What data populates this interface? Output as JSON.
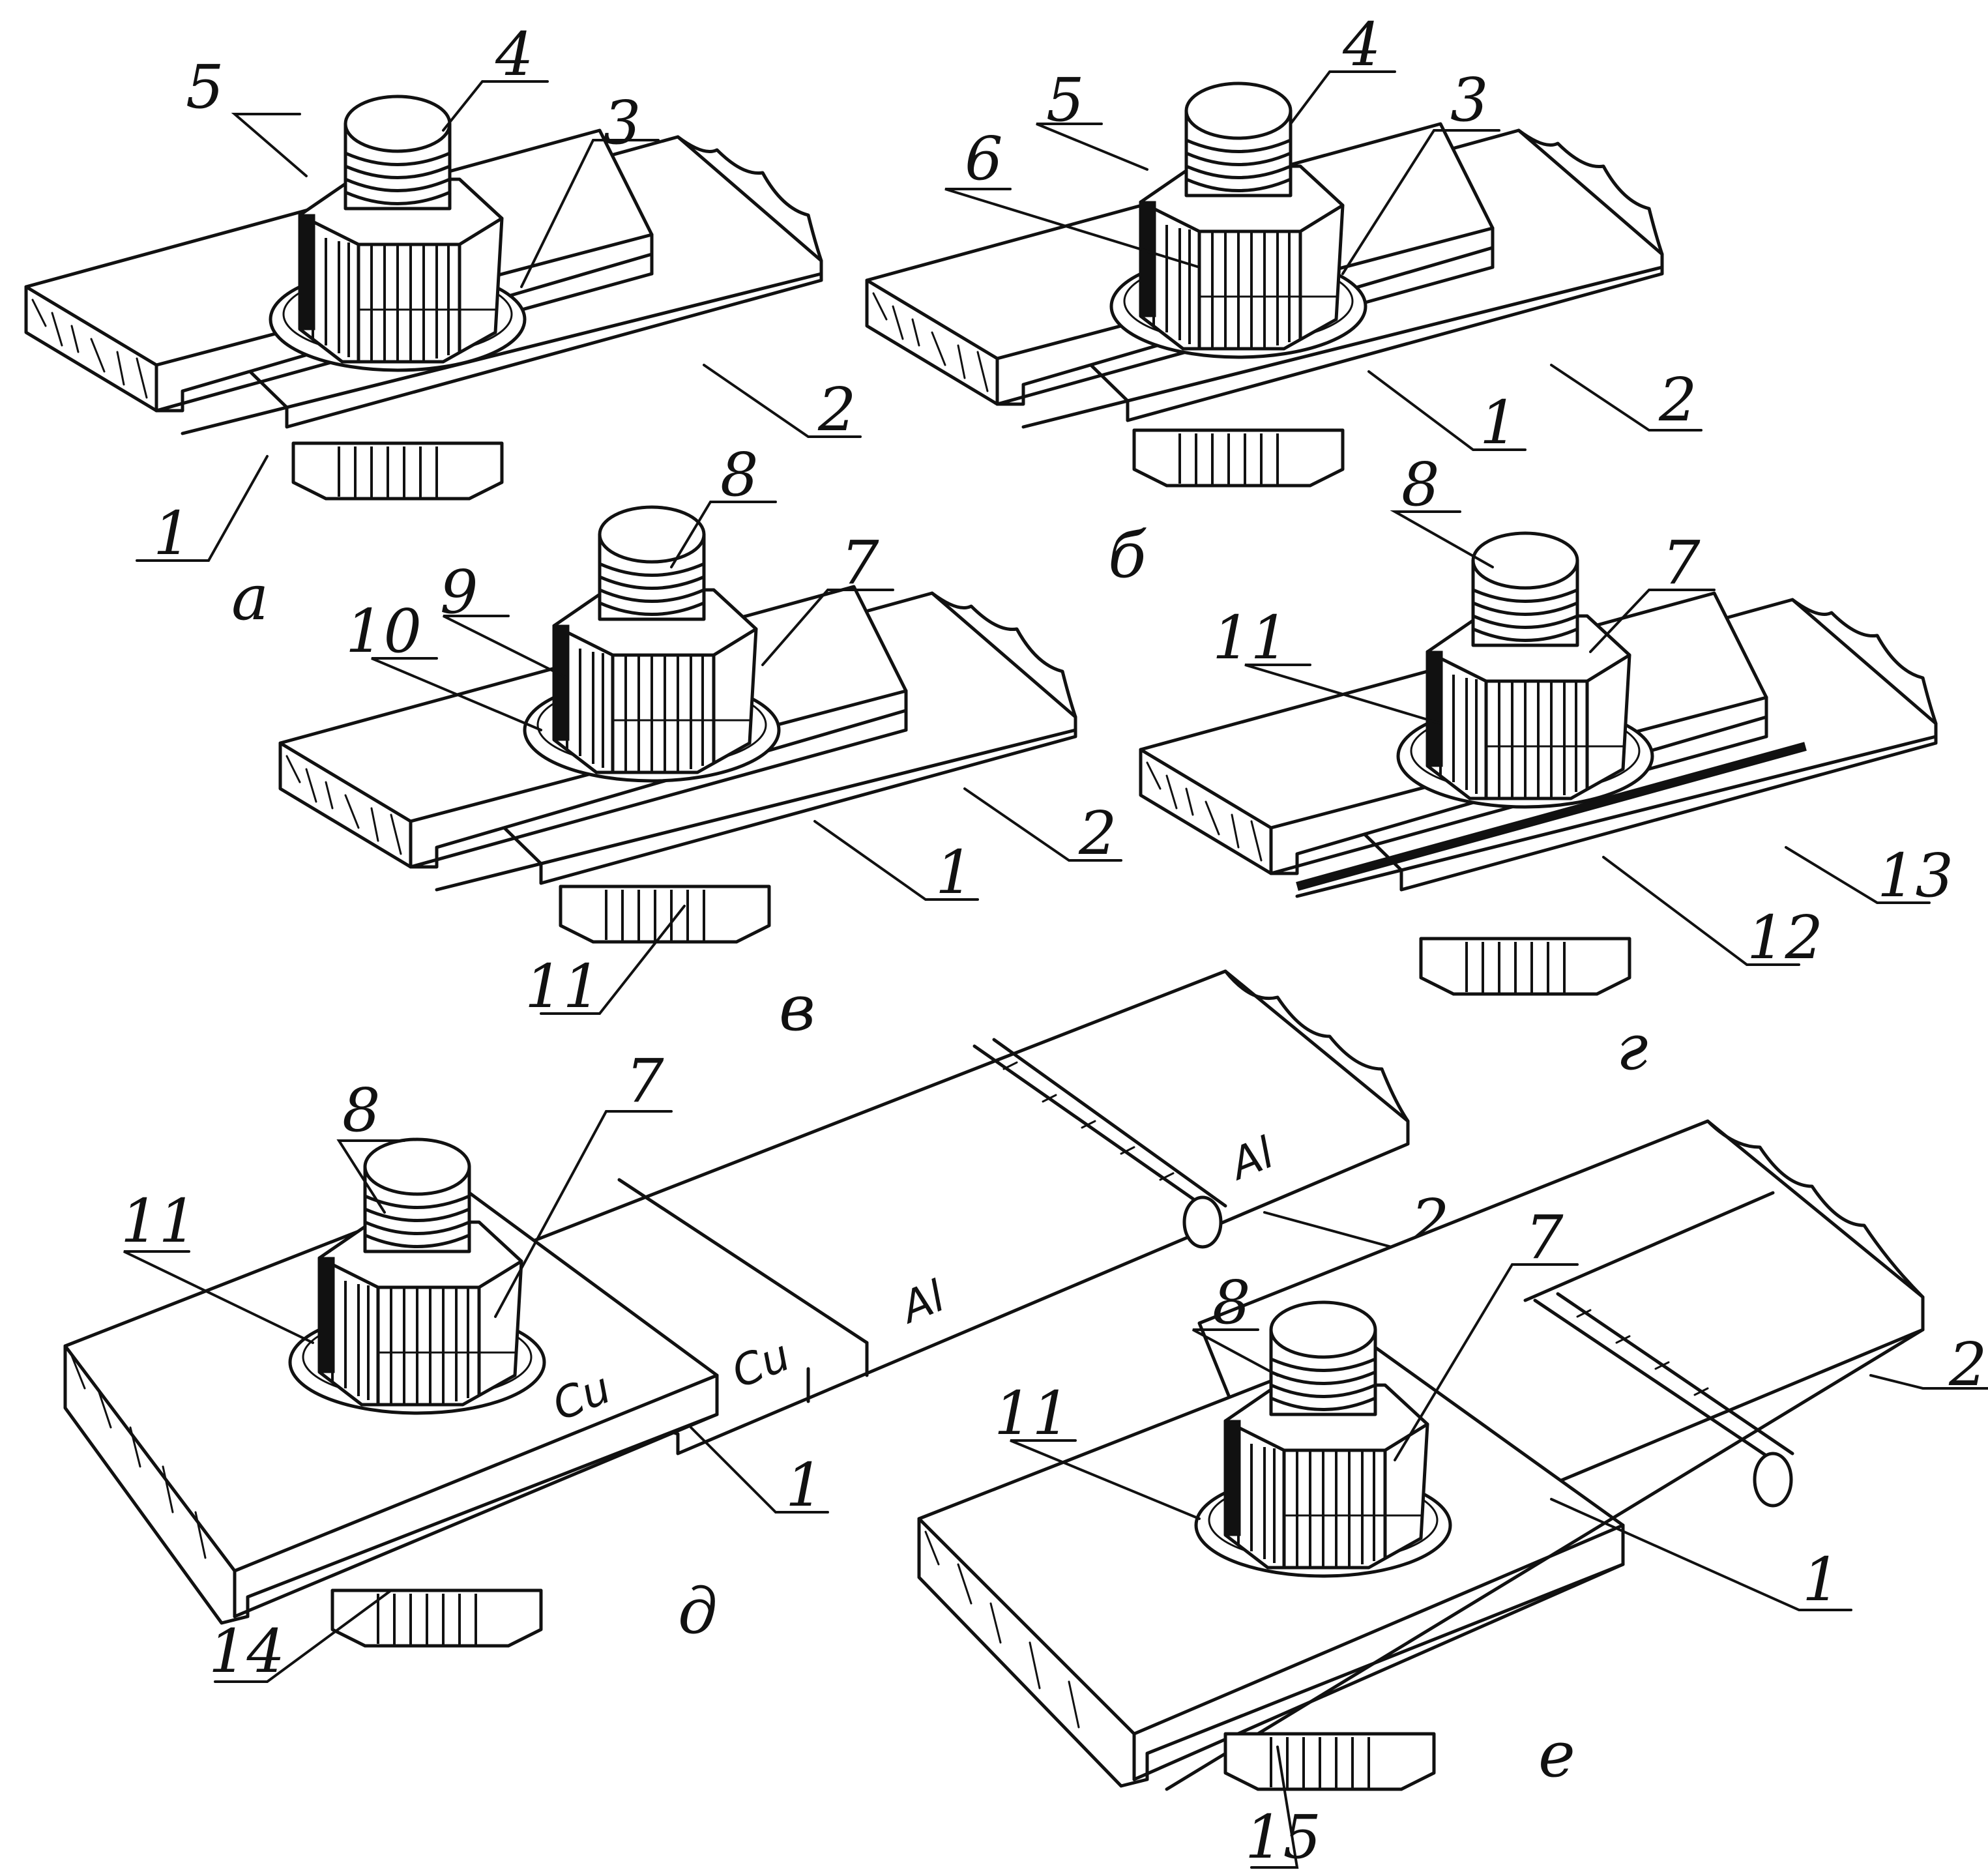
{
  "figure": {
    "panels": [
      {
        "id": "a",
        "caption": "а",
        "callouts": [
          "5",
          "4",
          "3",
          "2",
          "1"
        ]
      },
      {
        "id": "b",
        "caption": "б",
        "callouts": [
          "5",
          "4",
          "3",
          "6",
          "2",
          "1"
        ]
      },
      {
        "id": "c",
        "caption": "в",
        "callouts": [
          "8",
          "9",
          "10",
          "7",
          "2",
          "1",
          "11"
        ]
      },
      {
        "id": "d",
        "caption": "г",
        "callouts": [
          "8",
          "7",
          "11",
          "13",
          "12"
        ]
      },
      {
        "id": "e",
        "caption": "д",
        "callouts": [
          "8",
          "7",
          "11",
          "2",
          "1",
          "14"
        ],
        "material_labels": [
          "Cu",
          "Cu",
          "Al",
          "Al"
        ]
      },
      {
        "id": "f",
        "caption": "е",
        "callouts": [
          "8",
          "7",
          "11",
          "2",
          "1",
          "15"
        ]
      }
    ]
  }
}
